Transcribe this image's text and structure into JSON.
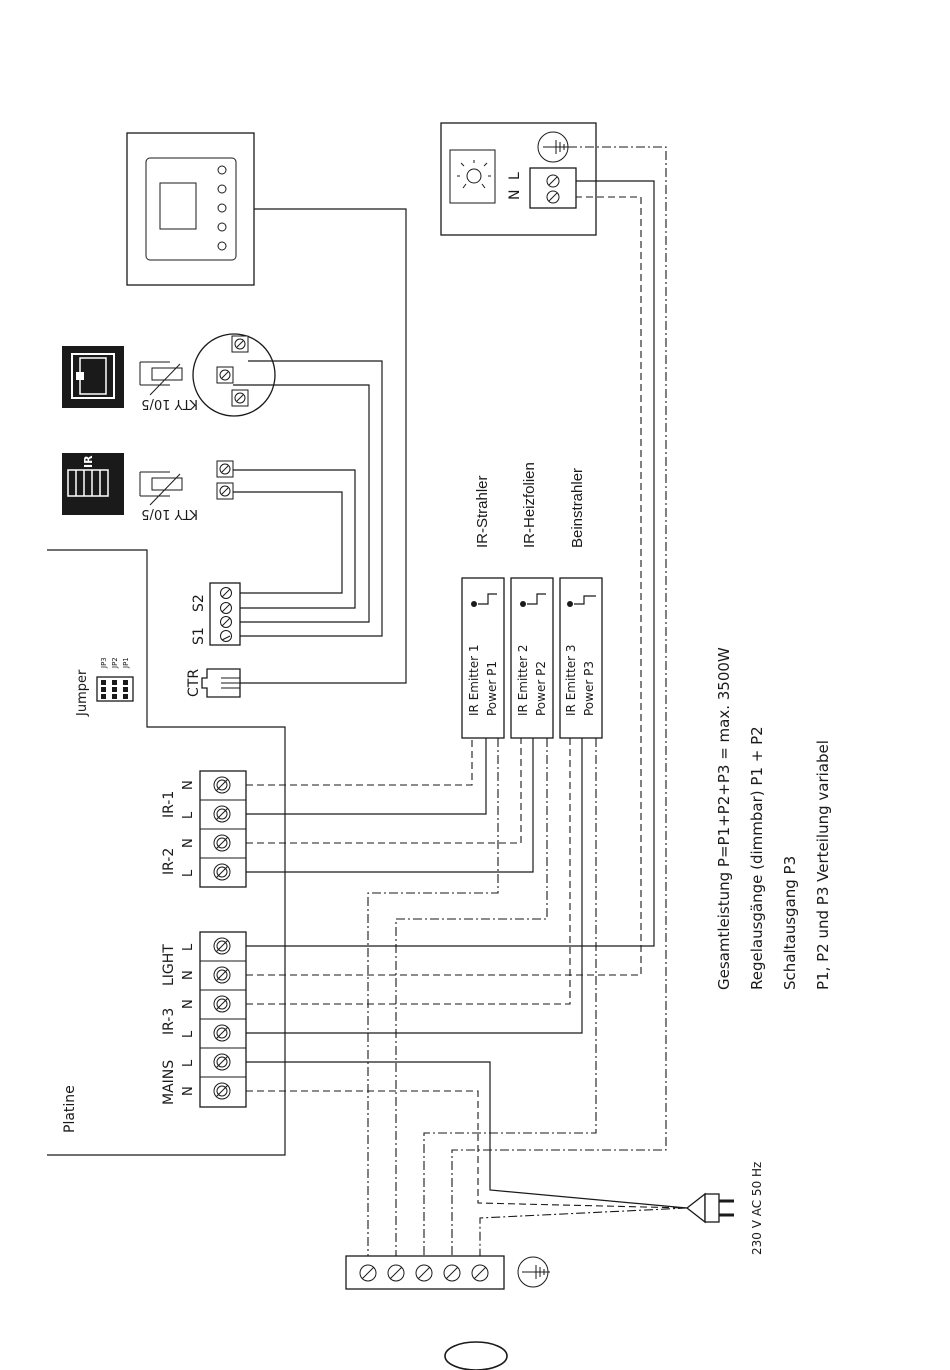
{
  "board": {
    "platine": "Platine",
    "jumper": "Jumper",
    "jp": [
      "JP3",
      "JP2",
      "JP1"
    ],
    "ctr": "CTR",
    "s1": "S1",
    "s2": "S2"
  },
  "terminals": {
    "ir1": "IR-1",
    "ir2": "IR-2",
    "light": "LIGHT",
    "ir3": "IR-3",
    "mains": "MAINS",
    "l": "L",
    "n": "N"
  },
  "sensor": {
    "kty1": "KTY 10/5",
    "kty2": "KTY 10/5",
    "ir_icon": "IR"
  },
  "lamp": {
    "n": "N",
    "l": "L"
  },
  "emitters": [
    {
      "line1": "IR  Emitter 1",
      "line2": "Power P1",
      "type": "IR-Strahler"
    },
    {
      "line1": "IR  Emitter 2",
      "line2": "Power P2",
      "type": "IR-Heizfolien"
    },
    {
      "line1": "IR  Emitter 3",
      "line2": "Power P3",
      "type": "Beinstrahler"
    }
  ],
  "notes": [
    "Gesamtleistung P=P1+P2+P3 = max. 3500W",
    "Regelausgänge (dimmbar) P1 + P2",
    "Schaltausgang P3",
    "P1, P2 und P3 Verteilung variabel"
  ],
  "supply": "230 V AC 50 Hz",
  "icons": [
    "lamp-icon",
    "ground-icon",
    "plug-icon",
    "sensor-icon",
    "heater-icon",
    "control-panel-icon"
  ]
}
